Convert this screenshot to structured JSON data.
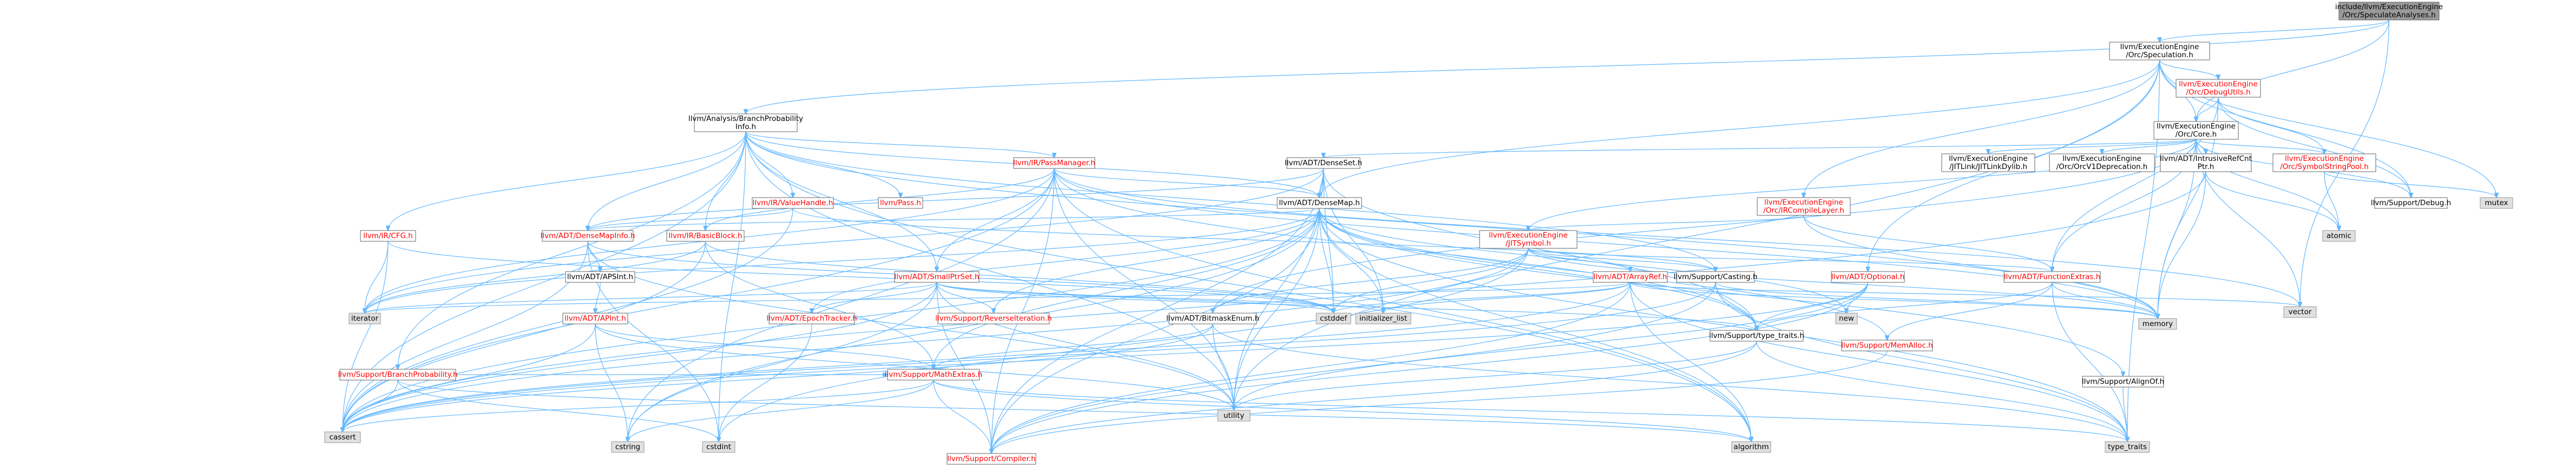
{
  "colors": {
    "root_fill": "#999999",
    "node_fill": "#ffffff",
    "system_fill": "#e0e0e0",
    "node_stroke": "#666666",
    "root_stroke": "#666666",
    "text_normal": "#000000",
    "text_red": "#ff0000",
    "edge": "#63b8ff"
  },
  "nodes": [
    {
      "id": "root",
      "lines": [
        "include/llvm/ExecutionEngine",
        "/Orc/SpeculateAnalyses.h"
      ],
      "style": "root"
    },
    {
      "id": "speculation",
      "lines": [
        "llvm/ExecutionEngine",
        "/Orc/Speculation.h"
      ],
      "style": "normal"
    },
    {
      "id": "bpi",
      "lines": [
        "llvm/Analysis/BranchProbability",
        "Info.h"
      ],
      "style": "normal"
    },
    {
      "id": "debugutils",
      "lines": [
        "llvm/ExecutionEngine",
        "/Orc/DebugUtils.h"
      ],
      "style": "red"
    },
    {
      "id": "core",
      "lines": [
        "llvm/ExecutionEngine",
        "/Orc/Core.h"
      ],
      "style": "normal"
    },
    {
      "id": "passmanager",
      "lines": [
        "llvm/IR/PassManager.h"
      ],
      "style": "red"
    },
    {
      "id": "denseset",
      "lines": [
        "llvm/ADT/DenseSet.h"
      ],
      "style": "normal"
    },
    {
      "id": "jitlink",
      "lines": [
        "llvm/ExecutionEngine",
        "/JITLink/JITLinkDylib.h"
      ],
      "style": "normal"
    },
    {
      "id": "orcv1",
      "lines": [
        "llvm/ExecutionEngine",
        "/Orc/OrcV1Deprecation.h"
      ],
      "style": "normal"
    },
    {
      "id": "intrusive",
      "lines": [
        "llvm/ADT/IntrusiveRefCnt",
        "Ptr.h"
      ],
      "style": "normal"
    },
    {
      "id": "symstrpool",
      "lines": [
        "llvm/ExecutionEngine",
        "/Orc/SymbolStringPool.h"
      ],
      "style": "red"
    },
    {
      "id": "valuehandle",
      "lines": [
        "llvm/IR/ValueHandle.h"
      ],
      "style": "red"
    },
    {
      "id": "pass",
      "lines": [
        "llvm/Pass.h"
      ],
      "style": "red"
    },
    {
      "id": "densemap",
      "lines": [
        "llvm/ADT/DenseMap.h"
      ],
      "style": "normal"
    },
    {
      "id": "ircompile",
      "lines": [
        "llvm/ExecutionEngine",
        "/Orc/IRCompileLayer.h"
      ],
      "style": "red"
    },
    {
      "id": "debug",
      "lines": [
        "llvm/Support/Debug.h"
      ],
      "style": "normal"
    },
    {
      "id": "atomic",
      "lines": [
        "atomic"
      ],
      "style": "system"
    },
    {
      "id": "mutex",
      "lines": [
        "mutex"
      ],
      "style": "system"
    },
    {
      "id": "ircfg",
      "lines": [
        "llvm/IR/CFG.h"
      ],
      "style": "red"
    },
    {
      "id": "densemapinfo",
      "lines": [
        "llvm/ADT/DenseMapInfo.h"
      ],
      "style": "red"
    },
    {
      "id": "basicblock",
      "lines": [
        "llvm/IR/BasicBlock.h"
      ],
      "style": "red"
    },
    {
      "id": "jitsymbol",
      "lines": [
        "llvm/ExecutionEngine",
        "/JITSymbol.h"
      ],
      "style": "red"
    },
    {
      "id": "apsint",
      "lines": [
        "llvm/ADT/APSInt.h"
      ],
      "style": "normal"
    },
    {
      "id": "smallptrset",
      "lines": [
        "llvm/ADT/SmallPtrSet.h"
      ],
      "style": "red"
    },
    {
      "id": "arrayref",
      "lines": [
        "llvm/ADT/ArrayRef.h"
      ],
      "style": "red"
    },
    {
      "id": "casting",
      "lines": [
        "llvm/Support/Casting.h"
      ],
      "style": "normal"
    },
    {
      "id": "optional",
      "lines": [
        "llvm/ADT/Optional.h"
      ],
      "style": "red"
    },
    {
      "id": "functionextras",
      "lines": [
        "llvm/ADT/FunctionExtras.h"
      ],
      "style": "red"
    },
    {
      "id": "iterator",
      "lines": [
        "iterator"
      ],
      "style": "system"
    },
    {
      "id": "apint",
      "lines": [
        "llvm/ADT/APInt.h"
      ],
      "style": "red"
    },
    {
      "id": "epochtracker",
      "lines": [
        "llvm/ADT/EpochTracker.h"
      ],
      "style": "red"
    },
    {
      "id": "reverseiter",
      "lines": [
        "llvm/Support/ReverseIteration.h"
      ],
      "style": "red"
    },
    {
      "id": "bitmaskenum",
      "lines": [
        "llvm/ADT/BitmaskEnum.h"
      ],
      "style": "normal"
    },
    {
      "id": "cstddef",
      "lines": [
        "cstddef"
      ],
      "style": "system"
    },
    {
      "id": "initlist",
      "lines": [
        "initializer_list"
      ],
      "style": "system"
    },
    {
      "id": "new",
      "lines": [
        "new"
      ],
      "style": "system"
    },
    {
      "id": "memalloc",
      "lines": [
        "llvm/Support/MemAlloc.h"
      ],
      "style": "red"
    },
    {
      "id": "memory",
      "lines": [
        "memory"
      ],
      "style": "system"
    },
    {
      "id": "vector",
      "lines": [
        "vector"
      ],
      "style": "system"
    },
    {
      "id": "typetraitsh",
      "lines": [
        "llvm/Support/type_traits.h"
      ],
      "style": "normal"
    },
    {
      "id": "branchprob",
      "lines": [
        "llvm/Support/BranchProbability.h"
      ],
      "style": "red"
    },
    {
      "id": "mathextras",
      "lines": [
        "llvm/Support/MathExtras.h"
      ],
      "style": "red"
    },
    {
      "id": "alignof",
      "lines": [
        "llvm/Support/AlignOf.h"
      ],
      "style": "normal"
    },
    {
      "id": "utility",
      "lines": [
        "utility"
      ],
      "style": "system"
    },
    {
      "id": "cassert",
      "lines": [
        "cassert"
      ],
      "style": "system"
    },
    {
      "id": "cstring",
      "lines": [
        "cstring"
      ],
      "style": "system"
    },
    {
      "id": "cstdint",
      "lines": [
        "cstdint"
      ],
      "style": "system"
    },
    {
      "id": "compiler",
      "lines": [
        "llvm/Support/Compiler.h"
      ],
      "style": "red"
    },
    {
      "id": "algorithm",
      "lines": [
        "algorithm"
      ],
      "style": "system"
    },
    {
      "id": "typetraits",
      "lines": [
        "type_traits"
      ],
      "style": "system"
    }
  ],
  "edges": [
    [
      "root",
      "speculation"
    ],
    [
      "root",
      "bpi"
    ],
    [
      "root",
      "core"
    ],
    [
      "root",
      "vector"
    ],
    [
      "speculation",
      "debugutils"
    ],
    [
      "speculation",
      "core"
    ],
    [
      "speculation",
      "ircompile"
    ],
    [
      "speculation",
      "densemap"
    ],
    [
      "speculation",
      "optional"
    ],
    [
      "speculation",
      "debug"
    ],
    [
      "speculation",
      "mutex"
    ],
    [
      "speculation",
      "typetraits"
    ],
    [
      "speculation",
      "utility"
    ],
    [
      "debugutils",
      "core"
    ],
    [
      "debugutils",
      "symstrpool"
    ],
    [
      "debugutils",
      "debug"
    ],
    [
      "debugutils",
      "memory"
    ],
    [
      "debugutils",
      "functionextras"
    ],
    [
      "core",
      "denseset"
    ],
    [
      "core",
      "jitlink"
    ],
    [
      "core",
      "orcv1"
    ],
    [
      "core",
      "intrusive"
    ],
    [
      "core",
      "symstrpool"
    ],
    [
      "core",
      "jitsymbol"
    ],
    [
      "core",
      "debug"
    ],
    [
      "core",
      "atomic"
    ],
    [
      "core",
      "memory"
    ],
    [
      "core",
      "vector"
    ],
    [
      "core",
      "functionextras"
    ],
    [
      "core",
      "bitmaskenum"
    ],
    [
      "bpi",
      "passmanager"
    ],
    [
      "bpi",
      "valuehandle"
    ],
    [
      "bpi",
      "pass"
    ],
    [
      "bpi",
      "densemap"
    ],
    [
      "bpi",
      "densemapinfo"
    ],
    [
      "bpi",
      "ircfg"
    ],
    [
      "bpi",
      "basicblock"
    ],
    [
      "bpi",
      "smallptrset"
    ],
    [
      "bpi",
      "branchprob"
    ],
    [
      "bpi",
      "casting"
    ],
    [
      "bpi",
      "cassert"
    ],
    [
      "bpi",
      "cstdint"
    ],
    [
      "bpi",
      "memory"
    ],
    [
      "bpi",
      "algorithm"
    ],
    [
      "bpi",
      "utility"
    ],
    [
      "passmanager",
      "densemap"
    ],
    [
      "passmanager",
      "smallptrset"
    ],
    [
      "passmanager",
      "basicblock"
    ],
    [
      "passmanager",
      "typetraitsh"
    ],
    [
      "passmanager",
      "cassert"
    ],
    [
      "passmanager",
      "cstring"
    ],
    [
      "passmanager",
      "iterator"
    ],
    [
      "passmanager",
      "vector"
    ],
    [
      "passmanager",
      "memory"
    ],
    [
      "passmanager",
      "algorithm"
    ],
    [
      "passmanager",
      "utility"
    ],
    [
      "passmanager",
      "compiler"
    ],
    [
      "denseset",
      "densemap"
    ],
    [
      "denseset",
      "densemapinfo"
    ],
    [
      "denseset",
      "compiler"
    ],
    [
      "denseset",
      "typetraitsh"
    ],
    [
      "denseset",
      "cstddef"
    ],
    [
      "denseset",
      "initlist"
    ],
    [
      "denseset",
      "iterator"
    ],
    [
      "denseset",
      "utility"
    ],
    [
      "intrusive",
      "atomic"
    ],
    [
      "intrusive",
      "cassert"
    ],
    [
      "intrusive",
      "memory"
    ],
    [
      "symstrpool",
      "atomic"
    ],
    [
      "symstrpool",
      "mutex"
    ],
    [
      "valuehandle",
      "densemapinfo"
    ],
    [
      "valuehandle",
      "cassert"
    ],
    [
      "valuehandle",
      "casting"
    ],
    [
      "densemap",
      "densemapinfo"
    ],
    [
      "densemap",
      "epochtracker"
    ],
    [
      "densemap",
      "alignof"
    ],
    [
      "densemap",
      "compiler"
    ],
    [
      "densemap",
      "mathextras"
    ],
    [
      "densemap",
      "memalloc"
    ],
    [
      "densemap",
      "reverseiter"
    ],
    [
      "densemap",
      "typetraitsh"
    ],
    [
      "densemap",
      "algorithm"
    ],
    [
      "densemap",
      "cassert"
    ],
    [
      "densemap",
      "cstddef"
    ],
    [
      "densemap",
      "cstring"
    ],
    [
      "densemap",
      "initlist"
    ],
    [
      "densemap",
      "iterator"
    ],
    [
      "densemap",
      "new"
    ],
    [
      "densemap",
      "typetraits"
    ],
    [
      "densemap",
      "utility"
    ],
    [
      "ircompile",
      "jitsymbol"
    ],
    [
      "ircompile",
      "functionextras"
    ],
    [
      "ircompile",
      "memory"
    ],
    [
      "ircfg",
      "iterator"
    ],
    [
      "ircfg",
      "cassert"
    ],
    [
      "ircfg",
      "cstddef"
    ],
    [
      "densemapinfo",
      "apsint"
    ],
    [
      "densemapinfo",
      "cassert"
    ],
    [
      "densemapinfo",
      "cstddef"
    ],
    [
      "densemapinfo",
      "cstdint"
    ],
    [
      "densemapinfo",
      "utility"
    ],
    [
      "basicblock",
      "mathextras"
    ],
    [
      "basicblock",
      "iterator"
    ],
    [
      "basicblock",
      "cassert"
    ],
    [
      "basicblock",
      "cstddef"
    ],
    [
      "jitsymbol",
      "bitmaskenum"
    ],
    [
      "jitsymbol",
      "functionextras"
    ],
    [
      "jitsymbol",
      "casting"
    ],
    [
      "jitsymbol",
      "arrayref"
    ],
    [
      "jitsymbol",
      "cassert"
    ],
    [
      "jitsymbol",
      "cstddef"
    ],
    [
      "jitsymbol",
      "cstdint"
    ],
    [
      "jitsymbol",
      "memory"
    ],
    [
      "apsint",
      "apint"
    ],
    [
      "apint",
      "mathextras"
    ],
    [
      "apint",
      "cassert"
    ],
    [
      "apint",
      "cstring"
    ],
    [
      "apint",
      "utility"
    ],
    [
      "smallptrset",
      "epochtracker"
    ],
    [
      "smallptrset",
      "compiler"
    ],
    [
      "smallptrset",
      "reverseiter"
    ],
    [
      "smallptrset",
      "typetraitsh"
    ],
    [
      "smallptrset",
      "cassert"
    ],
    [
      "smallptrset",
      "cstddef"
    ],
    [
      "smallptrset",
      "cstring"
    ],
    [
      "smallptrset",
      "initlist"
    ],
    [
      "smallptrset",
      "iterator"
    ],
    [
      "smallptrset",
      "utility"
    ],
    [
      "arrayref",
      "compiler"
    ],
    [
      "arrayref",
      "algorithm"
    ],
    [
      "arrayref",
      "cassert"
    ],
    [
      "arrayref",
      "cstddef"
    ],
    [
      "arrayref",
      "initlist"
    ],
    [
      "arrayref",
      "iterator"
    ],
    [
      "arrayref",
      "memory"
    ],
    [
      "arrayref",
      "typetraits"
    ],
    [
      "arrayref",
      "vector"
    ],
    [
      "casting",
      "compiler"
    ],
    [
      "casting",
      "typetraitsh"
    ],
    [
      "casting",
      "cassert"
    ],
    [
      "casting",
      "memory"
    ],
    [
      "casting",
      "typetraits"
    ],
    [
      "optional",
      "compiler"
    ],
    [
      "optional",
      "typetraitsh"
    ],
    [
      "optional",
      "cassert"
    ],
    [
      "optional",
      "new"
    ],
    [
      "optional",
      "utility"
    ],
    [
      "functionextras",
      "memalloc"
    ],
    [
      "functionextras",
      "typetraitsh"
    ],
    [
      "functionextras",
      "memory"
    ],
    [
      "functionextras",
      "typetraits"
    ],
    [
      "epochtracker",
      "cstdint"
    ],
    [
      "bitmaskenum",
      "mathextras"
    ],
    [
      "bitmaskenum",
      "cassert"
    ],
    [
      "bitmaskenum",
      "typetraits"
    ],
    [
      "bitmaskenum",
      "utility"
    ],
    [
      "memalloc",
      "compiler"
    ],
    [
      "typetraitsh",
      "compiler"
    ],
    [
      "typetraitsh",
      "typetraits"
    ],
    [
      "typetraitsh",
      "utility"
    ],
    [
      "branchprob",
      "mathextras"
    ],
    [
      "branchprob",
      "algorithm"
    ],
    [
      "branchprob",
      "cassert"
    ],
    [
      "branchprob",
      "cstdint"
    ],
    [
      "mathextras",
      "compiler"
    ],
    [
      "mathextras",
      "algorithm"
    ],
    [
      "mathextras",
      "cassert"
    ],
    [
      "mathextras",
      "cstring"
    ],
    [
      "mathextras",
      "typetraits"
    ],
    [
      "alignof",
      "typetraits"
    ]
  ]
}
